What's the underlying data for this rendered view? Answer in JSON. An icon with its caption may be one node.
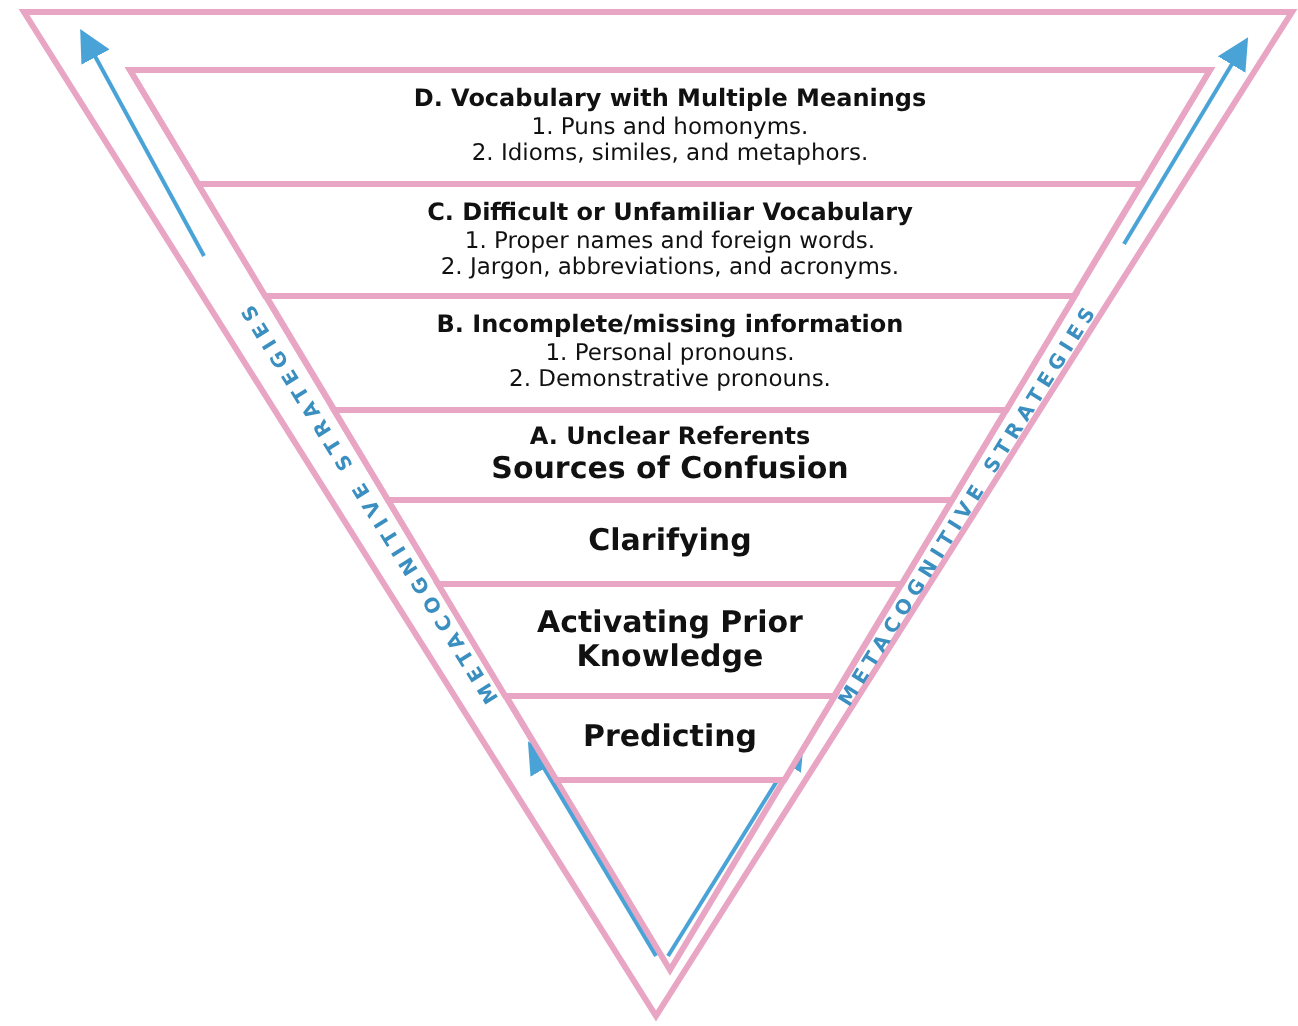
{
  "diagram": {
    "nodes": [
      {
        "text": [
          "D.  Vocabulary with Multiple Meanings",
          "1.  Puns and homonyms.",
          "2.  Idioms, similes, and metaphors."
        ]
      },
      {
        "text": [
          "C.  Difficult or Unfamiliar Vocabulary",
          "1.  Proper names and foreign words.",
          "2.  Jargon, abbreviations, and acronyms."
        ]
      },
      {
        "text": [
          "B.  Incomplete/missing information",
          "1.  Personal pronouns.",
          "2.  Demonstrative pronouns."
        ]
      },
      {
        "text": [
          "A.  Unclear Referents",
          "Sources of Confusion"
        ]
      },
      {
        "text": [
          "Clarifying"
        ]
      },
      {
        "text": [
          "Activating Prior Knowledge"
        ]
      },
      {
        "text": [
          "Predicting"
        ]
      }
    ],
    "labels": [
      "METACOGNITIVE STRATEGIES",
      "METACOGNITIVE STRATEGIES"
    ]
  }
}
